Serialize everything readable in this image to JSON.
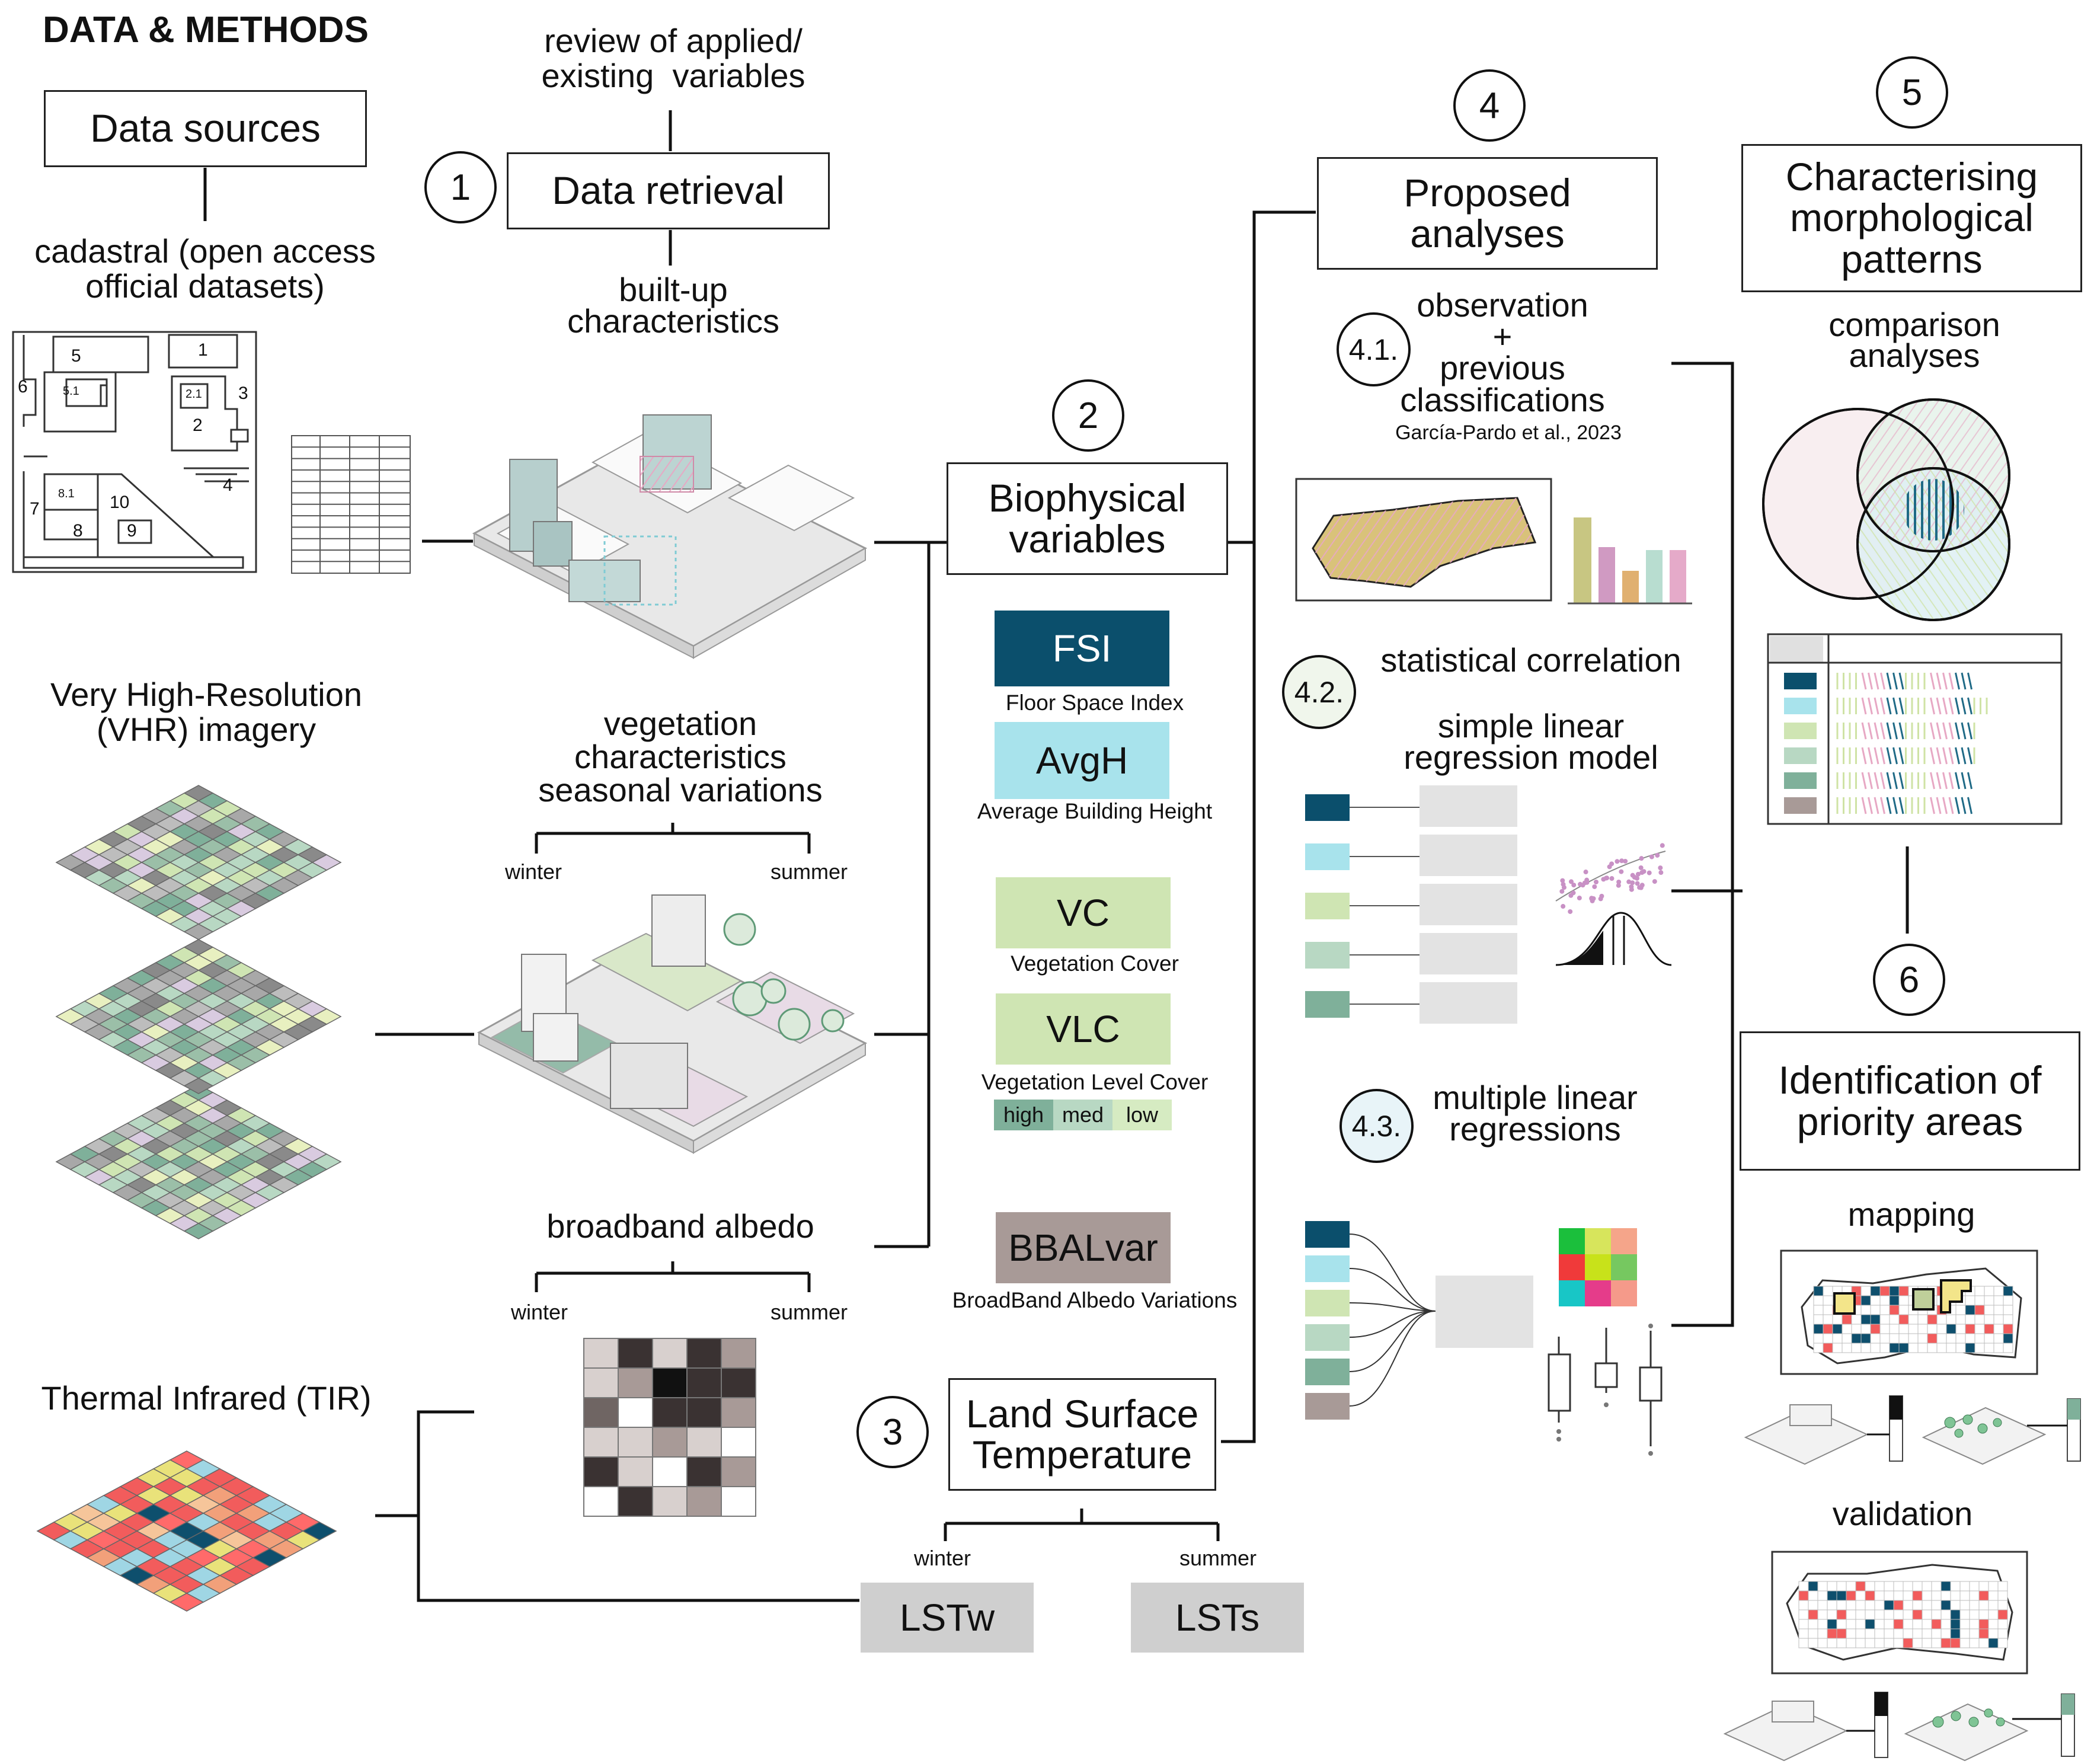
{
  "title": "DATA & METHODS",
  "steps": {
    "data_sources": "Data sources",
    "data_retrieval": "Data retrieval",
    "biophysical": "Biophysical\nvariables",
    "lst": "Land Surface\nTemperature",
    "proposed": "Proposed\nanalyses",
    "characterising": "Characterising\nmorphological\npatterns",
    "identification": "Identification of\npriority areas"
  },
  "step_numbers": [
    "1",
    "2",
    "3",
    "4",
    "5",
    "6"
  ],
  "sub_numbers": [
    "4.1.",
    "4.2.",
    "4.3."
  ],
  "labels": {
    "review": "review of applied/\nexisting  variables",
    "cadastral": "cadastral (open access\nofficial datasets)",
    "built_up": "built-up\ncharacteristics",
    "vhr": "Very High-Resolution\n(VHR) imagery",
    "vegetation": "vegetation\ncharacteristics\nseasonal variations",
    "albedo": "broadband albedo",
    "tir": "Thermal Infrared (TIR)",
    "winter": "winter",
    "summer": "summer",
    "observation": "observation\n+\nprevious\nclassifications",
    "citation": "García-Pardo et al., 2023",
    "stat_corr": "statistical correlation",
    "simple_lr": "simple linear\nregression model",
    "multiple_lr": "multiple linear\nregressions",
    "comparison": "comparison\nanalyses",
    "mapping": "mapping",
    "validation": "validation"
  },
  "cadastral_plot_numbers": [
    "5",
    "5.1",
    "6",
    "1",
    "2.1",
    "3",
    "2",
    "4",
    "8.1",
    "7",
    "10",
    "8",
    "9"
  ],
  "variables": [
    {
      "abbr": "FSI",
      "name": "Floor Space Index",
      "color": "#0b4f6c",
      "text_color": "#ffffff"
    },
    {
      "abbr": "AvgH",
      "name": "Average Building Height",
      "color": "#a8e3ec",
      "text_color": "#111111"
    },
    {
      "abbr": "VC",
      "name": "Vegetation Cover",
      "color": "#cfe5b3",
      "text_color": "#111111"
    },
    {
      "abbr": "VLC",
      "name": "Vegetation Level Cover",
      "color": "#cfe5b3",
      "text_color": "#111111"
    },
    {
      "abbr": "BBALvar",
      "name": "BroadBand Albedo Variations",
      "color": "#a89a97",
      "text_color": "#111111"
    }
  ],
  "vlc_levels": [
    {
      "label": "high",
      "color": "#7fb09a"
    },
    {
      "label": "med",
      "color": "#b8d8c3"
    },
    {
      "label": "low",
      "color": "#d6ebc2"
    }
  ],
  "lst": [
    {
      "abbr": "LSTw",
      "label": "winter"
    },
    {
      "abbr": "LSTs",
      "label": "summer"
    }
  ],
  "palette": {
    "fsi": "#0b4f6c",
    "avgh": "#a8e3ec",
    "vc": "#cfe5b3",
    "vlc_med": "#b8d8c3",
    "vlc_high": "#7fb09a",
    "albedo": "#a89a97",
    "lst_box": "#cfcfcf",
    "venn_pink": "#f8eef0",
    "venn_green": "#e6f3ea",
    "venn_blue": "#dff0f4"
  }
}
